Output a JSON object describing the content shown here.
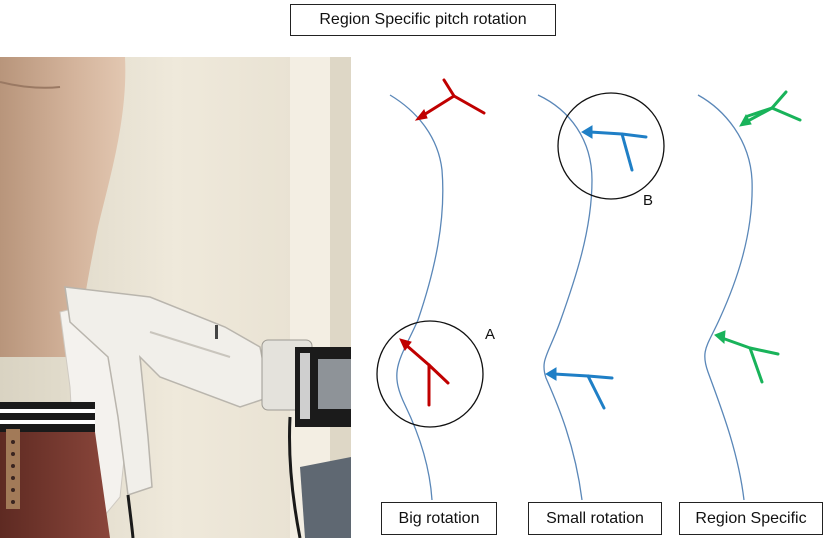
{
  "title": "Region Specific pitch rotation",
  "labels": {
    "big_rotation": "Big rotation",
    "small_rotation": "Small rotation",
    "region_specific": "Region Specific"
  },
  "markers": {
    "a": "A",
    "b": "B"
  },
  "colors": {
    "big_rotation_arrow": "#c00000",
    "small_rotation_arrow": "#1f7fc6",
    "region_specific_arrow": "#19b35a",
    "spine_curve": "#5a87b8"
  }
}
